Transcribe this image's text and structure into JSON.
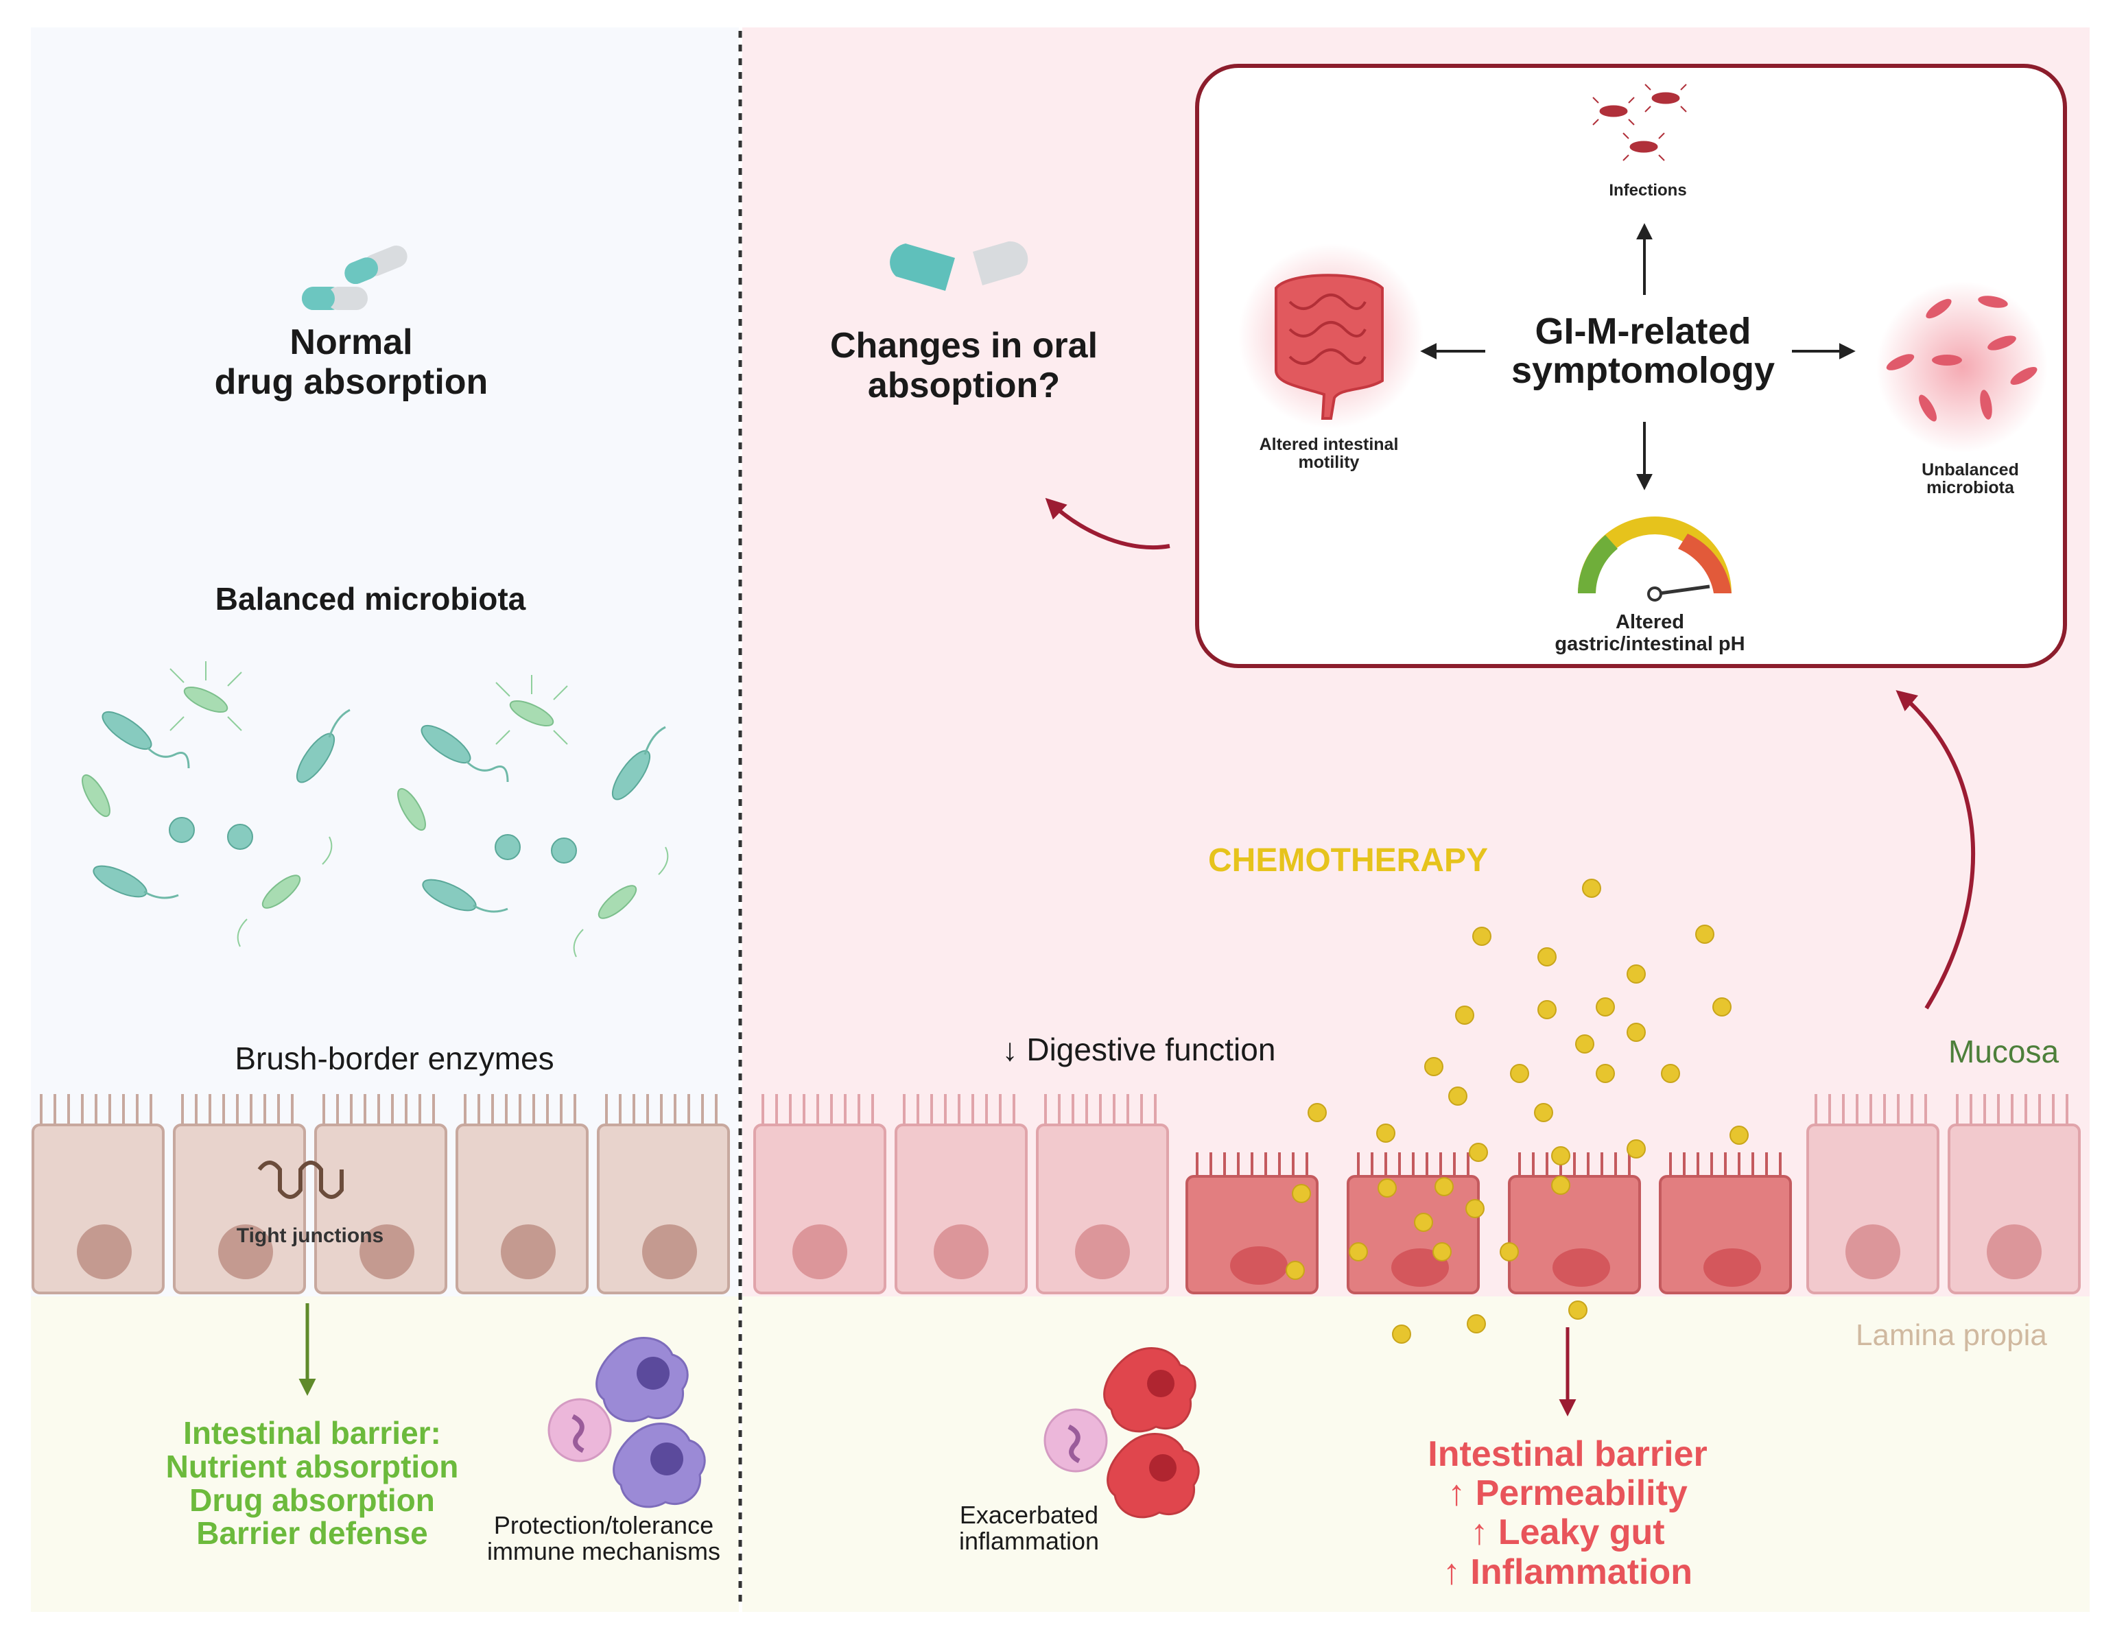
{
  "left_panel": {
    "normal_absorption": {
      "line1": "Normal",
      "line2": "drug absorption"
    },
    "balanced_microbiota": "Balanced microbiota",
    "brush_border": "Brush-border enzymes",
    "tight_junctions": "Tight junctions",
    "barrier": {
      "line1": "Intestinal barrier:",
      "line2": "Nutrient absorption",
      "line3": "Drug absorption",
      "line4": "Barrier defense"
    },
    "immune": {
      "line1": "Protection/tolerance",
      "line2": "immune  mechanisms"
    }
  },
  "right_panel": {
    "oral_changes": {
      "line1": "Changes in oral",
      "line2": "absoption?"
    },
    "symptom_box": {
      "title_line1": "GI-M-related",
      "title_line2": "symptomology",
      "infections": "Infections",
      "motility": {
        "line1": "Altered intestinal",
        "line2": "motility"
      },
      "microbiota": {
        "line1": "Unbalanced",
        "line2": "microbiota"
      },
      "ph": {
        "line1": "Altered",
        "line2": "gastric/intestinal pH"
      }
    },
    "chemotherapy": "CHEMOTHERAPY",
    "digestive": "↓ Digestive function",
    "mucosa": "Mucosa",
    "lamina": "Lamina propia",
    "inflammation": {
      "line1": "Exacerbated",
      "line2": "inflammation"
    },
    "barrier": {
      "line1": "Intestinal barrier",
      "line2": "↑ Permeability",
      "line3": "↑ Leaky gut",
      "line4": "↑ Inflammation"
    }
  },
  "colors": {
    "left_bg": "#f7f9fd",
    "left_lower_bg": "#fbfbef",
    "right_bg": "#fdecef",
    "healthy_cell": "#e8d3cc",
    "healthy_nucleus": "#c49a90",
    "inflamed_cell": "#e27e80",
    "green_text": "#6cba3c",
    "red_text": "#e8545a",
    "chemo_yellow": "#e6c31c",
    "drug_particle": "#e7c52e",
    "box_border": "#8c1d2c",
    "arrow_red": "#9c1c33",
    "bacteria_teal": "#87cbbf",
    "bacteria_green": "#a8dcb2"
  }
}
